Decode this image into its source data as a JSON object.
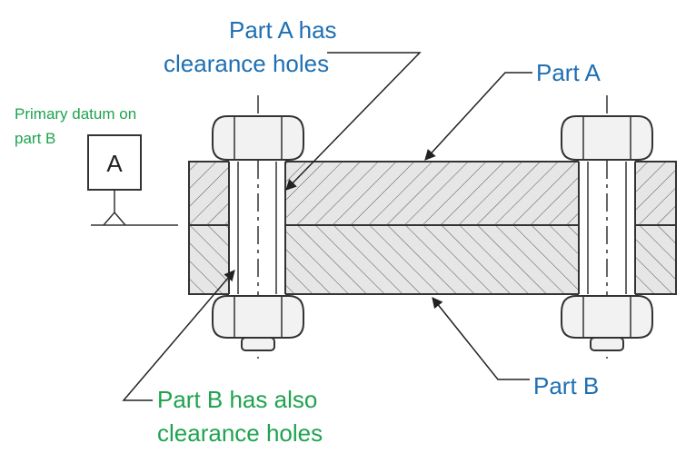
{
  "labels": {
    "part_a_clearance_line1": "Part A has",
    "part_a_clearance_line2": "clearance holes",
    "part_a": "Part A",
    "part_b": "Part B",
    "primary_datum_line1": "Primary datum on",
    "primary_datum_line2": "part B",
    "datum_letter": "A",
    "part_b_clearance_line1": "Part B has also",
    "part_b_clearance_line2": "clearance holes"
  },
  "colors": {
    "blue_text": "#1f6fb2",
    "green_text": "#1ea34e",
    "outline": "#333333",
    "hatch": "#555555"
  }
}
